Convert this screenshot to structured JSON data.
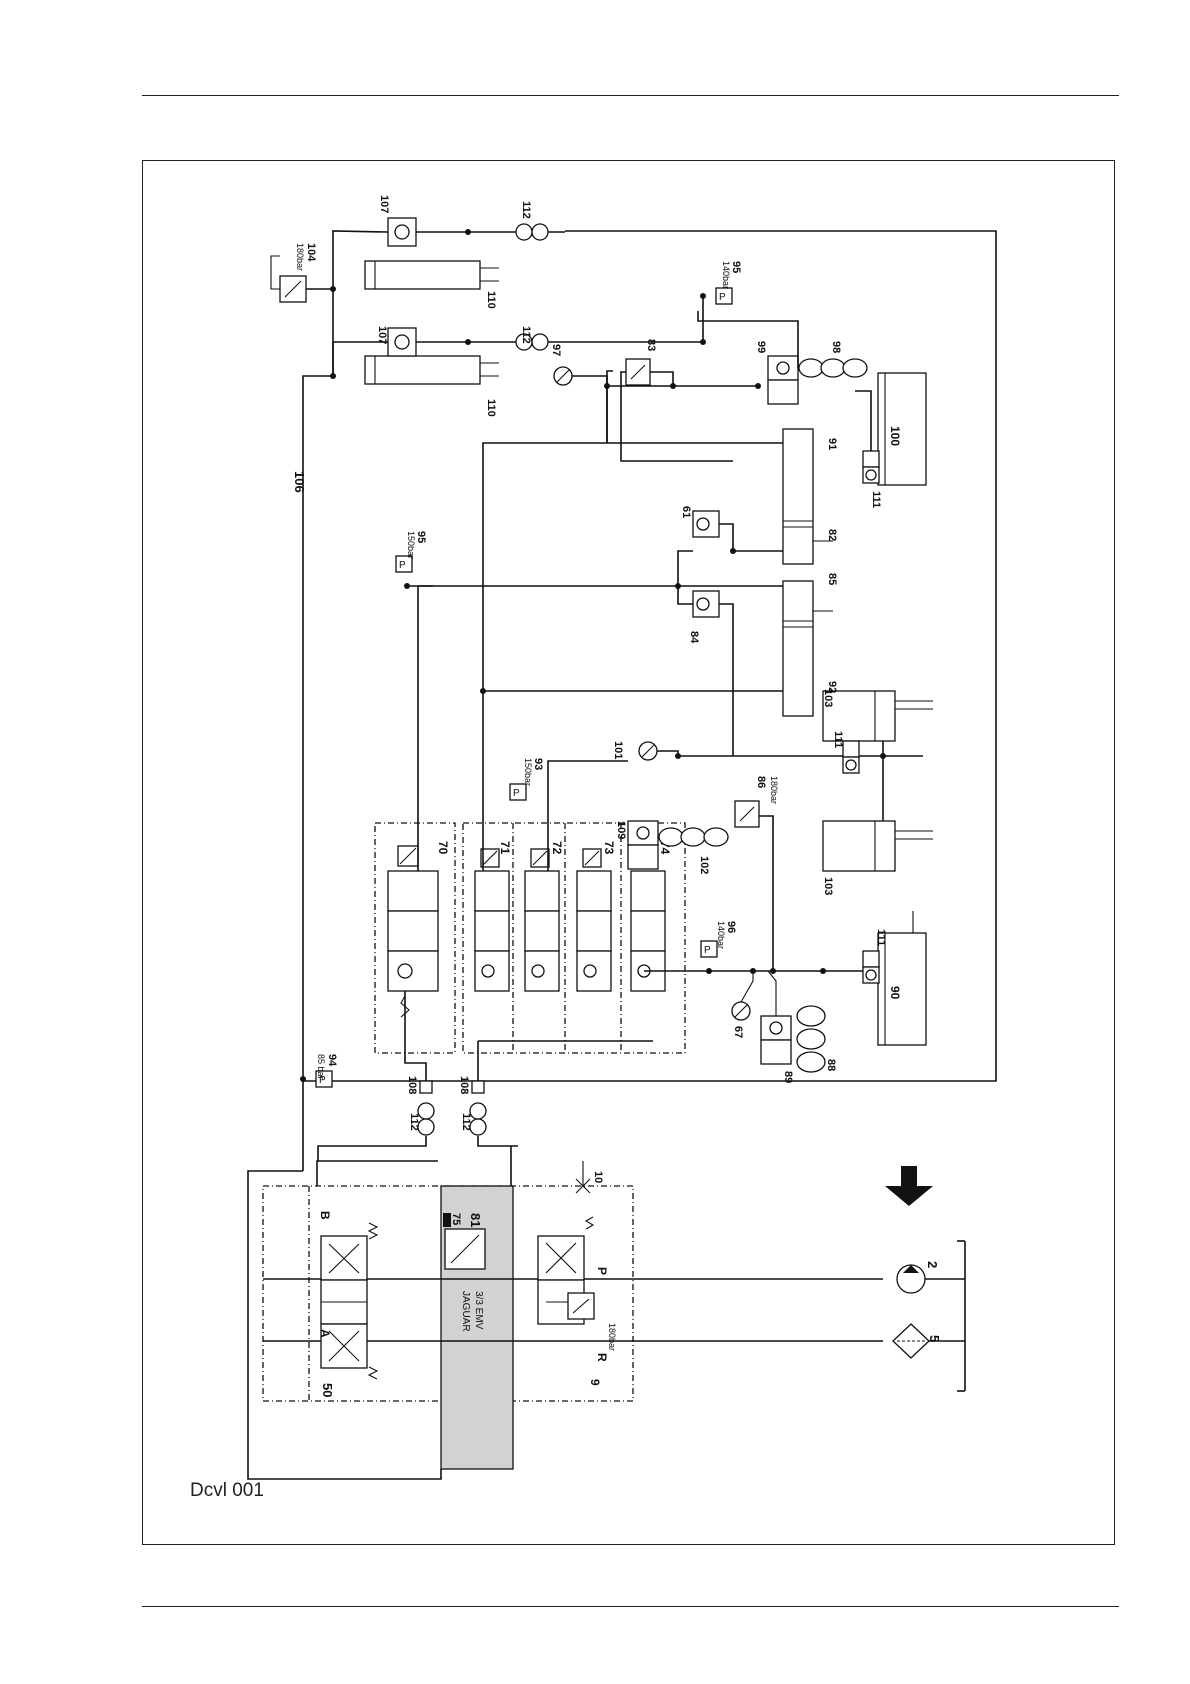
{
  "caption": "Dcvl 001",
  "labels": {
    "n2": "2",
    "n5": "5",
    "n9": "9",
    "n10": "10",
    "n50": "50",
    "n67": "67",
    "n70": "70",
    "n71": "71",
    "n72": "72",
    "n73": "73",
    "n74": "74",
    "n75": "75",
    "n81": "81",
    "n82": "82",
    "n83": "83",
    "n84": "84",
    "n85": "85",
    "n86": "86",
    "n88": "88",
    "n89": "89",
    "n90": "90",
    "n91": "91",
    "n92": "92",
    "n93": "93",
    "n94": "94",
    "n95a": "95",
    "n95b": "95",
    "n96": "96",
    "n97": "97",
    "n98": "98",
    "n99": "99",
    "n100": "100",
    "n101": "101",
    "n102": "102",
    "n103a": "103",
    "n103b": "103",
    "n104": "104",
    "n106": "106",
    "n107a": "107",
    "n107b": "107",
    "n108a": "108",
    "n108b": "108",
    "n109": "109",
    "n110a": "110",
    "n110b": "110",
    "n111a": "111",
    "n111b": "111",
    "n111c": "111",
    "n112a": "112",
    "n112b": "112",
    "n112c": "112",
    "n112d": "112",
    "n61": "61",
    "portA": "A",
    "portB": "B",
    "portP": "P",
    "portR": "R",
    "p85": "85 bar",
    "p140a": "140bar",
    "p140b": "140bar",
    "p150a": "150bar",
    "p150b": "150bar",
    "p180a": "180bar",
    "p180b": "180bar",
    "p180c": "180bar",
    "emv1": "3/3 EMV",
    "emv2": "JAGUAR"
  }
}
